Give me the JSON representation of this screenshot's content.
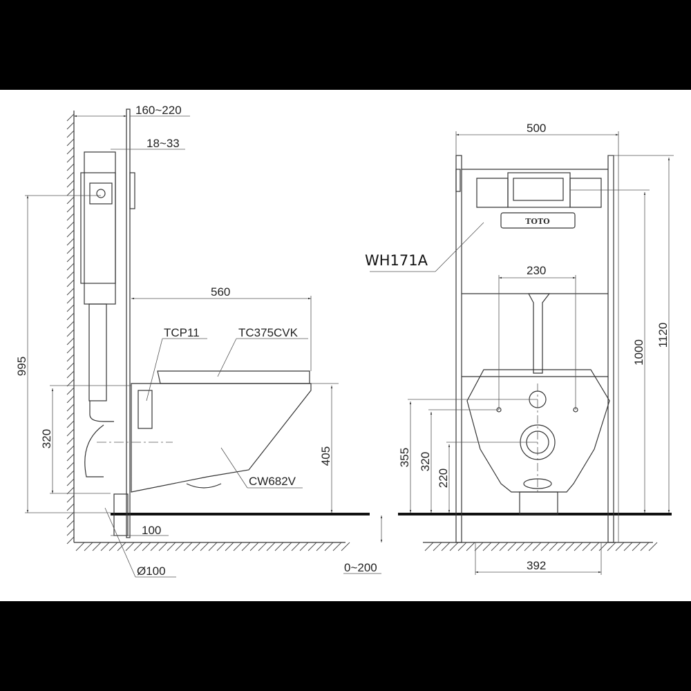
{
  "side_view": {
    "dim_wall_to_frame": "160~220",
    "dim_frame_thickness": "18~33",
    "dim_bowl_length": "560",
    "seat_label": "TCP11",
    "cover_label": "TC375CVK",
    "dim_total_height": "995",
    "dim_outlet_height": "320",
    "dim_rim_height": "405",
    "bowl_label": "CW682V",
    "dim_pipe_offset": "100",
    "dim_pipe_diameter": "Ø100",
    "dim_floor_adjust": "0~200"
  },
  "front_view": {
    "dim_frame_width": "500",
    "frame_label": "WH171A",
    "dim_bolt_spacing": "230",
    "dim_frame_height": "1120",
    "dim_flush_height": "1000",
    "dim_inlet_height": "355",
    "dim_bolt_height": "320",
    "dim_outlet_height": "220",
    "dim_foot_spacing": "392",
    "brand_logo": "TOTO"
  }
}
